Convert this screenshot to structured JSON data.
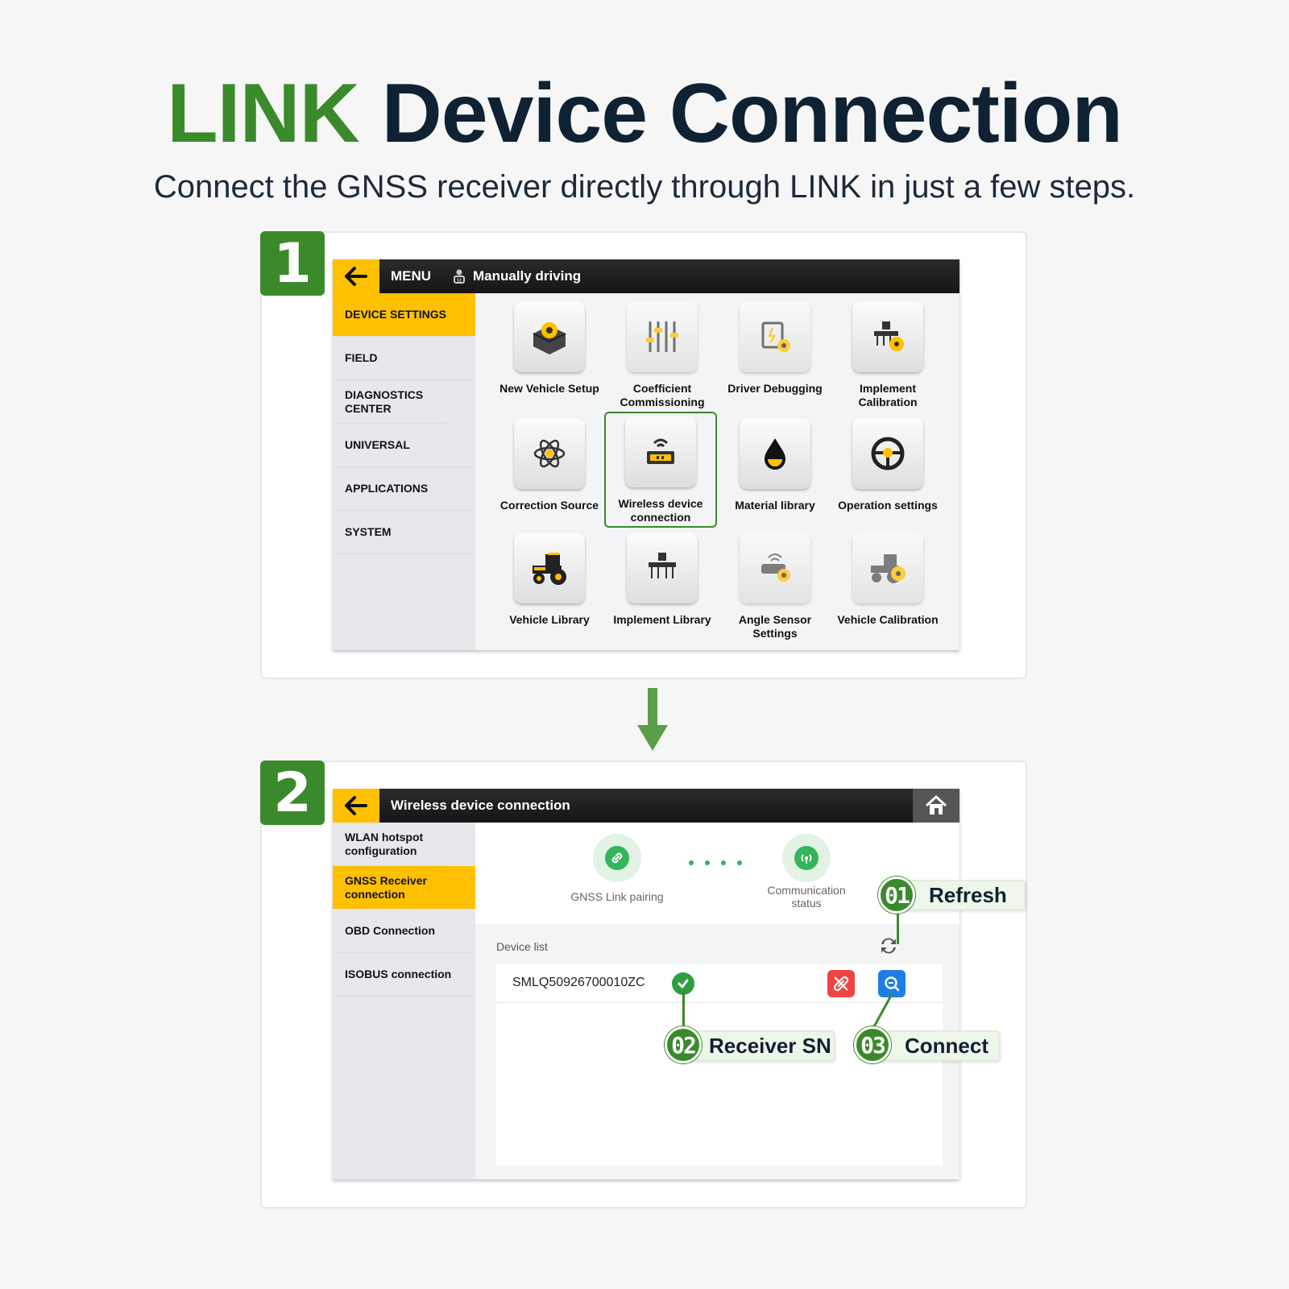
{
  "header": {
    "title_accent": "LINK",
    "title_rest": "Device Connection",
    "subtitle": "Connect the GNSS receiver directly through LINK in just a few steps."
  },
  "step1": {
    "badge": "1",
    "topbar": {
      "menu": "MENU",
      "mode": "Manually driving"
    },
    "sidebar": [
      "DEVICE SETTINGS",
      "FIELD",
      "DIAGNOSTICS CENTER",
      "UNIVERSAL",
      "APPLICATIONS",
      "SYSTEM"
    ],
    "tiles": [
      {
        "label": "New Vehicle Setup",
        "icon": "vehicle-setup-icon"
      },
      {
        "label": "Coefficient Commissioning",
        "icon": "sliders-icon"
      },
      {
        "label": "Driver Debugging",
        "icon": "driver-debug-icon"
      },
      {
        "label": "Implement Calibration",
        "icon": "implement-calibration-icon"
      },
      {
        "label": "Correction Source",
        "icon": "atom-icon"
      },
      {
        "label": "Wireless device connection",
        "icon": "router-icon"
      },
      {
        "label": "Material library",
        "icon": "oil-drop-icon"
      },
      {
        "label": "Operation settings",
        "icon": "steering-wheel-icon"
      },
      {
        "label": "Vehicle Library",
        "icon": "tractor-icon"
      },
      {
        "label": "Implement Library",
        "icon": "seeder-icon"
      },
      {
        "label": "Angle Sensor Settings",
        "icon": "angle-sensor-icon"
      },
      {
        "label": "Vehicle Calibration",
        "icon": "vehicle-calibration-icon"
      }
    ]
  },
  "step2": {
    "badge": "2",
    "topbar": {
      "title": "Wireless device connection"
    },
    "sidebar": [
      "WLAN hotspot configuration",
      "GNSS Receiver connection",
      "OBD Connection",
      "ISOBUS connection"
    ],
    "status": {
      "pairing": "GNSS Link pairing",
      "communication": "Communication status"
    },
    "device_list_label": "Device list",
    "device_sn": "SMLQ50926700010ZC",
    "callouts": [
      {
        "num": "01",
        "label": "Refresh"
      },
      {
        "num": "02",
        "label": "Receiver SN"
      },
      {
        "num": "03",
        "label": "Connect"
      }
    ]
  },
  "colors": {
    "accent_green": "#3a8a2c",
    "menu_yellow": "#ffc000",
    "topbar": "#1a1a1a"
  }
}
